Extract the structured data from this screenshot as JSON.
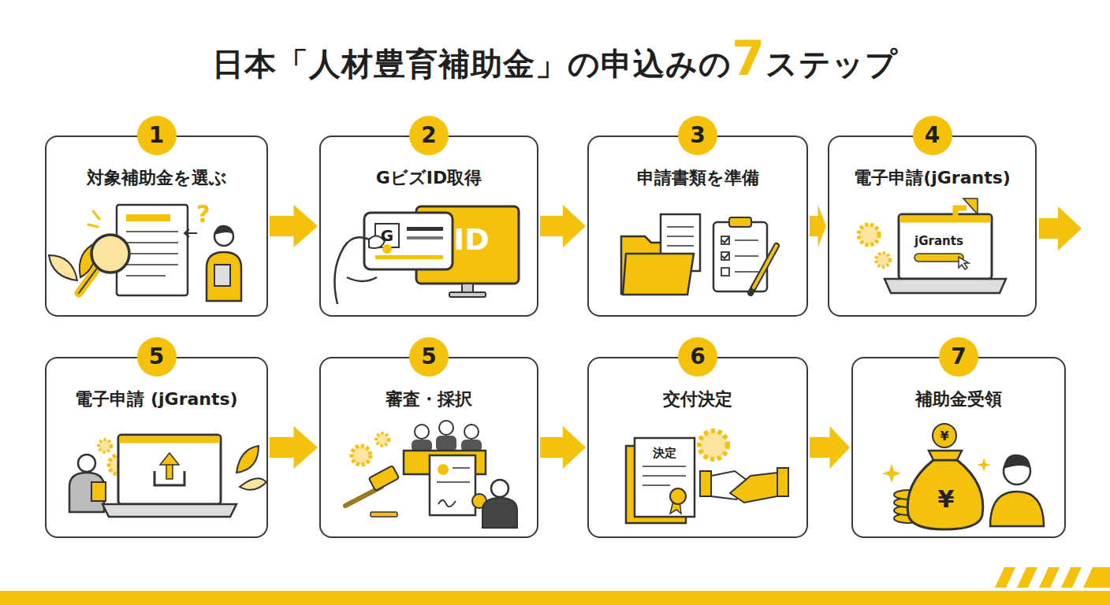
{
  "diagram": {
    "title": "日本「人材豊育補助金」の申込みの7ステップ",
    "nodes": [
      {
        "text": [
          "1",
          "対象補助金を選ぶ"
        ]
      },
      {
        "text": [
          "2",
          "GビズID取得"
        ]
      },
      {
        "text": [
          "3",
          "申請書類を準備"
        ]
      },
      {
        "text": [
          "4",
          "電子申請(jGrants)"
        ]
      },
      {
        "text": [
          "5",
          "電子申請 (jGrants)"
        ]
      },
      {
        "text": [
          "5",
          "審査・採択"
        ]
      },
      {
        "text": [
          "6",
          "交付決定"
        ]
      },
      {
        "text": [
          "7",
          "補助金受領"
        ]
      }
    ],
    "edges": [
      {
        "from": 0,
        "to": 1,
        "arrow": "to"
      },
      {
        "from": 1,
        "to": 2,
        "arrow": "to"
      },
      {
        "from": 2,
        "to": 3,
        "arrow": "to"
      },
      {
        "from": 4,
        "to": 5,
        "arrow": "to"
      },
      {
        "from": 5,
        "to": 6,
        "arrow": "to"
      },
      {
        "from": 6,
        "to": 7,
        "arrow": "to"
      }
    ],
    "labels": [
      "?",
      "G",
      "ID",
      "jGrants",
      "決定",
      "¥",
      "¥"
    ]
  }
}
